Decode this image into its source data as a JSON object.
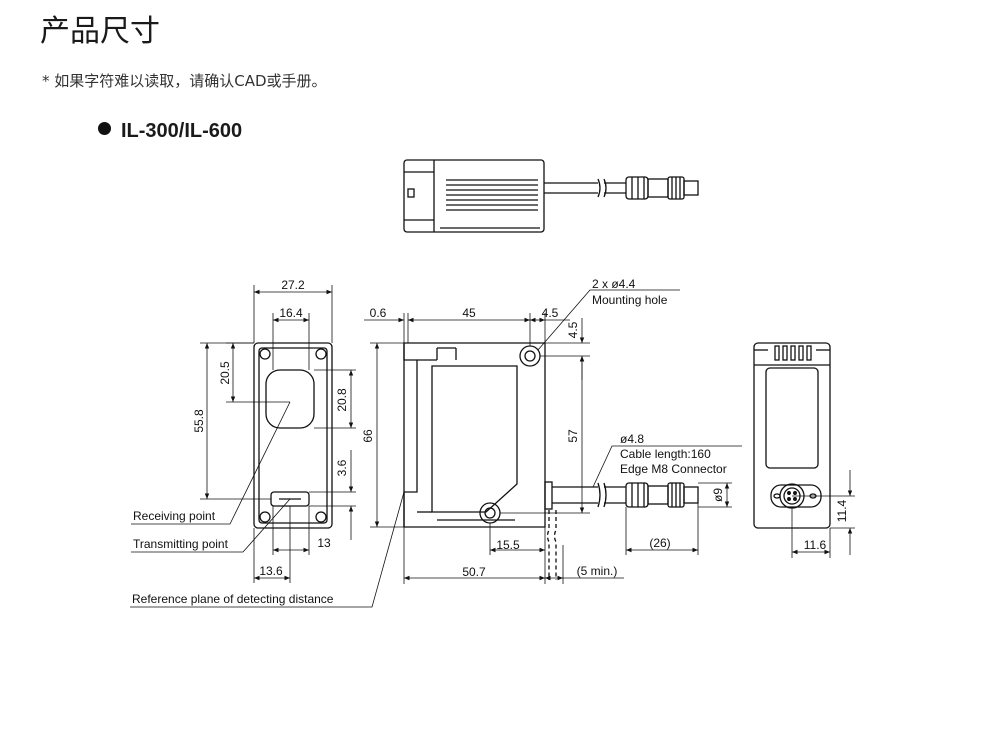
{
  "page": {
    "title": "产品尺寸",
    "note": "* 如果字符难以读取，请确认CAD或手册。",
    "model": "IL-300/IL-600"
  },
  "dims": {
    "d27_2": "27.2",
    "d16_4": "16.4",
    "d20_5": "20.5",
    "d55_8": "55.8",
    "d20_8": "20.8",
    "d3_6": "3.6",
    "d13": "13",
    "d13_6": "13.6",
    "d0_6": "0.6",
    "d45": "45",
    "d4_5a": "4.5",
    "d4_5b": "4.5",
    "d66": "66",
    "d57": "57",
    "d15_5": "15.5",
    "d50_7": "50.7",
    "d5min": "(5 min.)",
    "d26": "(26)",
    "d9": "ø9",
    "d11_4": "11.4",
    "d11_6": "11.6"
  },
  "labels": {
    "mounting_1": "2 x ø4.4",
    "mounting_2": "Mounting hole",
    "cable_1": "ø4.8",
    "cable_2": "Cable length:160",
    "cable_3": "Edge M8 Connector",
    "receiving": "Receiving point",
    "transmitting": "Transmitting point",
    "reference": "Reference plane of detecting distance"
  }
}
